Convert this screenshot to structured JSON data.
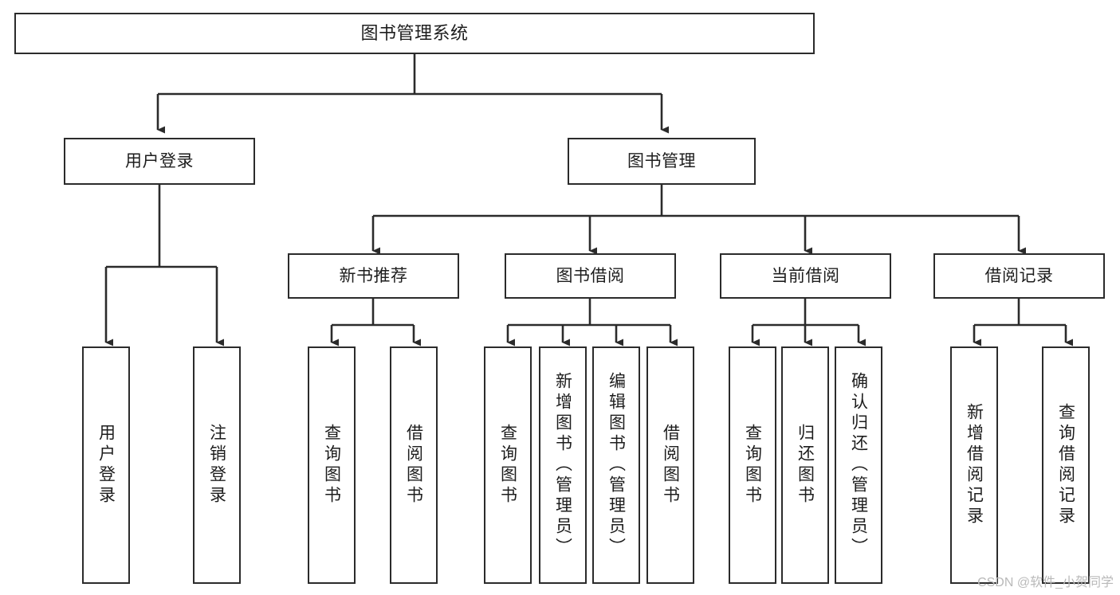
{
  "diagram": {
    "title": "图书管理系统",
    "type": "tree",
    "watermark": "CSDN @软件_小贺同学",
    "colors": {
      "background": "#ffffff",
      "box_border": "#2b2b2b",
      "box_fill": "#ffffff",
      "edge": "#2b2b2b",
      "text": "#1d1d1d",
      "watermark": "#b9b9b9"
    },
    "nodes": {
      "root": {
        "label": "图书管理系统"
      },
      "level2": [
        {
          "label": "用户登录"
        },
        {
          "label": "图书管理"
        }
      ],
      "level3": [
        {
          "label": "新书推荐"
        },
        {
          "label": "图书借阅"
        },
        {
          "label": "当前借阅"
        },
        {
          "label": "借阅记录"
        }
      ],
      "leaves_user_login": [
        {
          "label": "用户登录"
        },
        {
          "label": "注销登录"
        }
      ],
      "leaves_new_book": [
        {
          "label": "查询图书"
        },
        {
          "label": "借阅图书"
        }
      ],
      "leaves_borrow": [
        {
          "label": "查询图书"
        },
        {
          "label": "新增图书（管理员）"
        },
        {
          "label": "编辑图书（管理员）"
        },
        {
          "label": "借阅图书"
        }
      ],
      "leaves_current": [
        {
          "label": "查询图书"
        },
        {
          "label": "归还图书"
        },
        {
          "label": "确认归还（管理员）"
        }
      ],
      "leaves_records": [
        {
          "label": "新增借阅记录"
        },
        {
          "label": "查询借阅记录"
        }
      ]
    }
  }
}
